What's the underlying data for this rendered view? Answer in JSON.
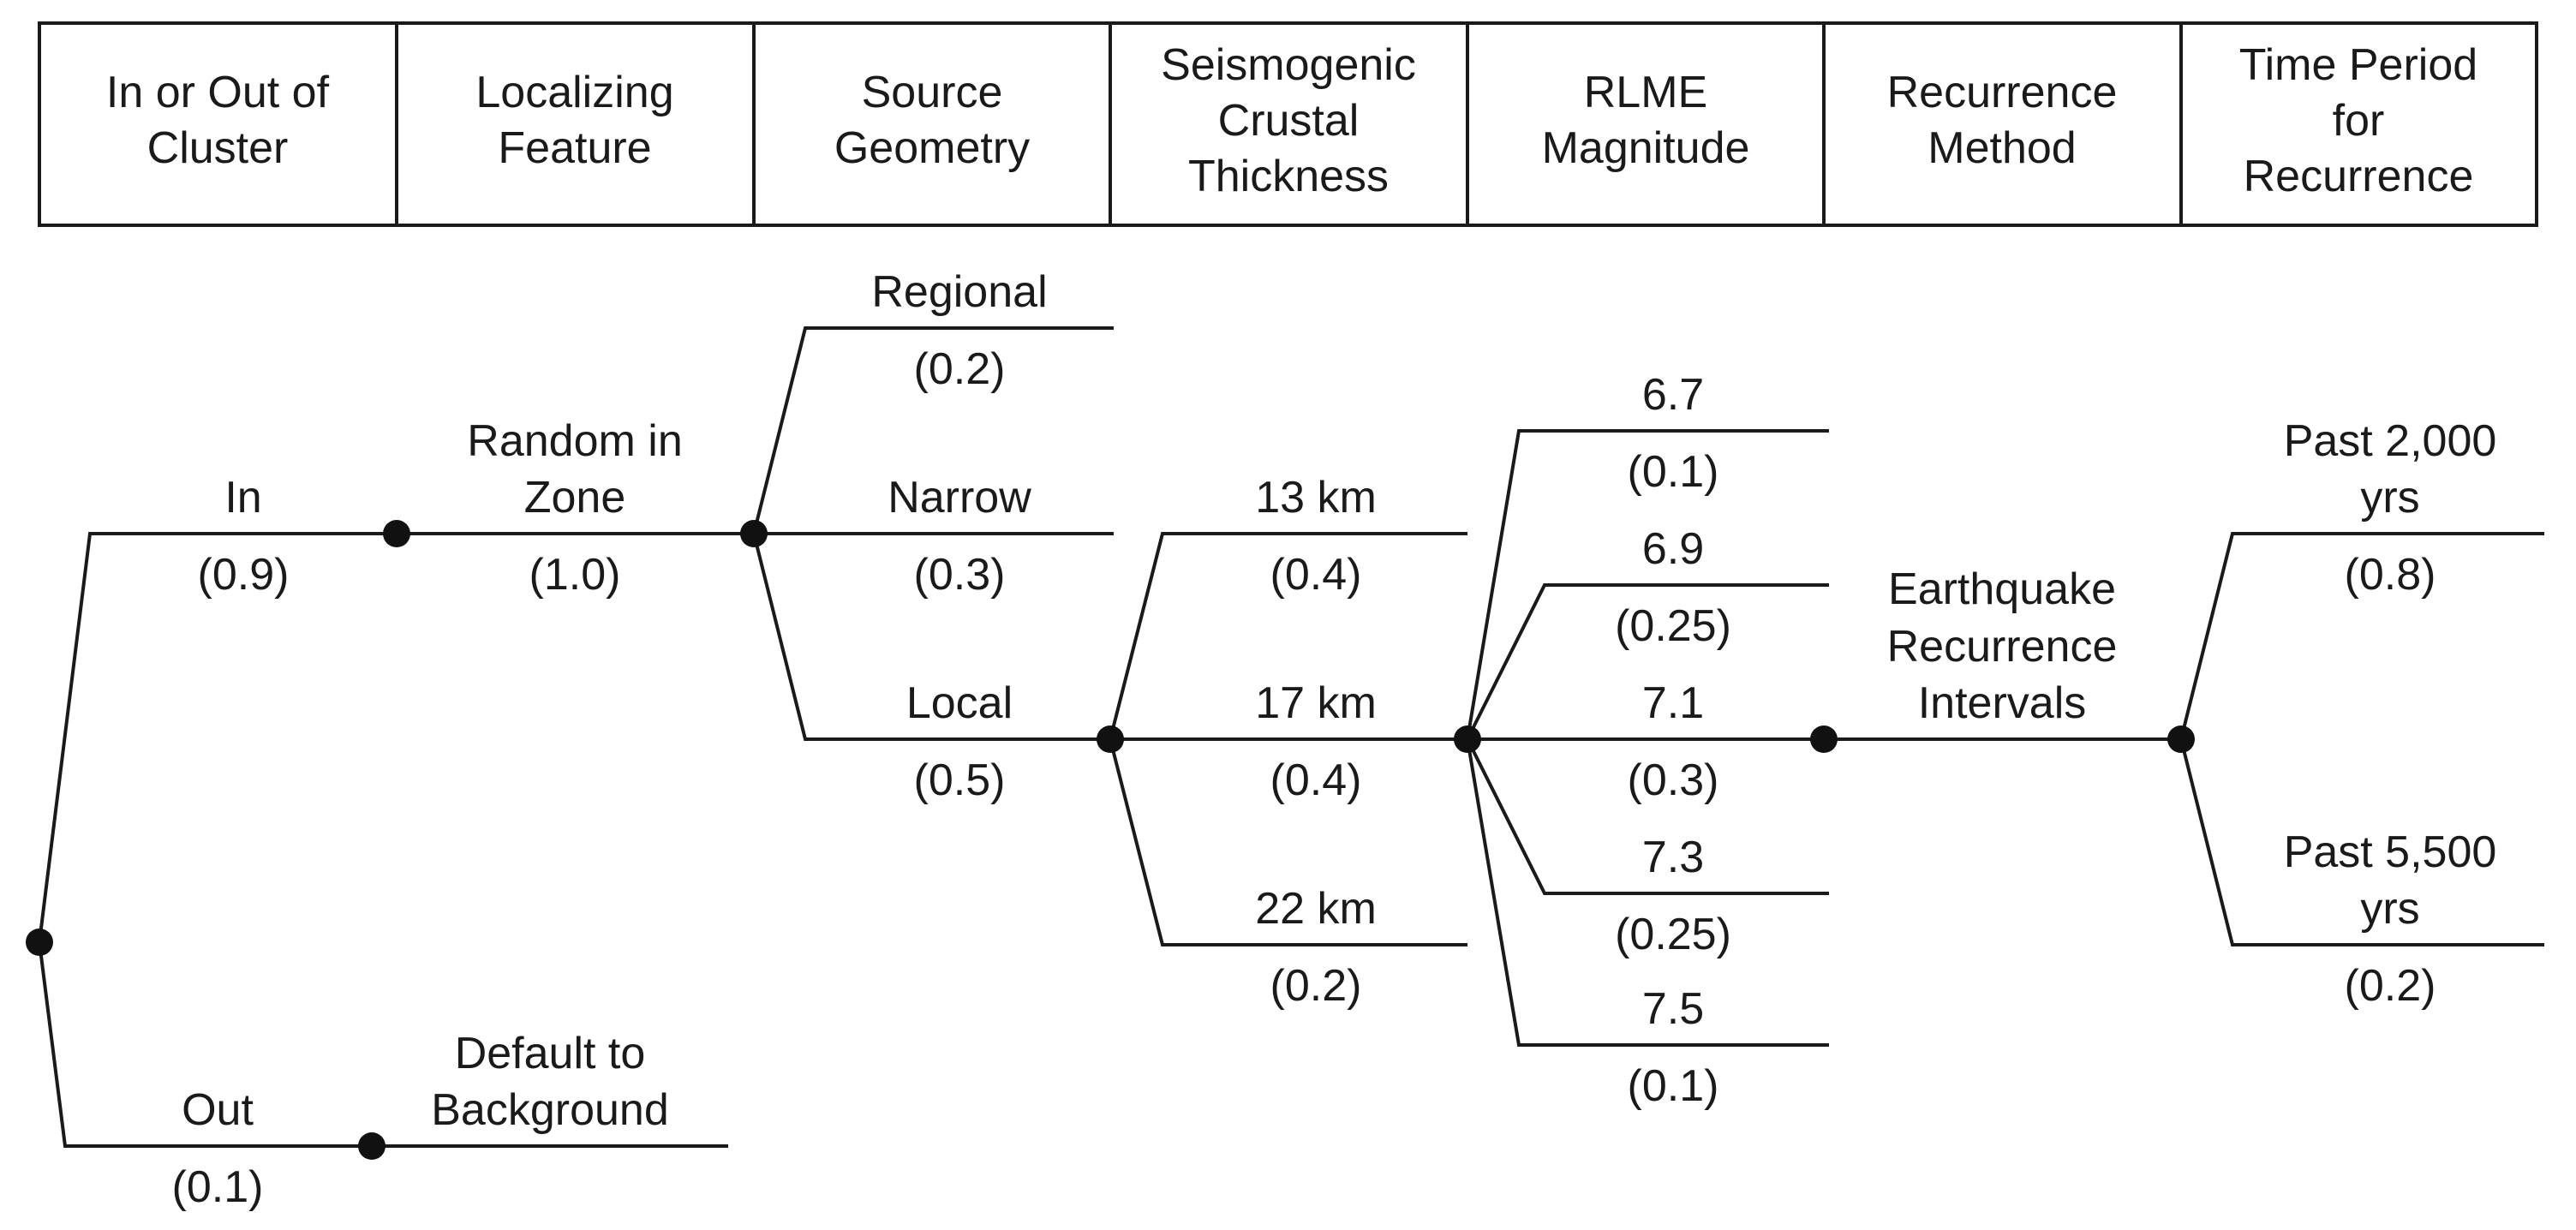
{
  "header": {
    "columns": [
      [
        "In or Out of",
        "Cluster"
      ],
      [
        "Localizing",
        "Feature"
      ],
      [
        "Source",
        "Geometry"
      ],
      [
        "Seismogenic",
        "Crustal",
        "Thickness"
      ],
      [
        "RLME",
        "Magnitude"
      ],
      [
        "Recurrence",
        "Method"
      ],
      [
        "Time Period",
        "for",
        "Recurrence"
      ]
    ]
  },
  "tree": {
    "cluster": {
      "in": {
        "label": "In",
        "weight": "(0.9)"
      },
      "out": {
        "label": "Out",
        "weight": "(0.1)"
      }
    },
    "localizing": {
      "random": {
        "label_1": "Random in",
        "label_2": "Zone",
        "weight": "(1.0)"
      },
      "default": {
        "label_1": "Default to",
        "label_2": "Background"
      }
    },
    "geometry": {
      "regional": {
        "label": "Regional",
        "weight": "(0.2)"
      },
      "narrow": {
        "label": "Narrow",
        "weight": "(0.3)"
      },
      "local": {
        "label": "Local",
        "weight": "(0.5)"
      }
    },
    "thickness": {
      "t13": {
        "label": "13 km",
        "weight": "(0.4)"
      },
      "t17": {
        "label": "17 km",
        "weight": "(0.4)"
      },
      "t22": {
        "label": "22 km",
        "weight": "(0.2)"
      }
    },
    "magnitude": {
      "m67": {
        "label": "6.7",
        "weight": "(0.1)"
      },
      "m69": {
        "label": "6.9",
        "weight": "(0.25)"
      },
      "m71": {
        "label": "7.1",
        "weight": "(0.3)"
      },
      "m73": {
        "label": "7.3",
        "weight": "(0.25)"
      },
      "m75": {
        "label": "7.5",
        "weight": "(0.1)"
      }
    },
    "recurrence": {
      "label_1": "Earthquake",
      "label_2": "Recurrence",
      "label_3": "Intervals"
    },
    "period": {
      "p2000": {
        "label_1": "Past 2,000",
        "label_2": "yrs",
        "weight": "(0.8)"
      },
      "p5500": {
        "label_1": "Past 5,500",
        "label_2": "yrs",
        "weight": "(0.2)"
      }
    }
  }
}
